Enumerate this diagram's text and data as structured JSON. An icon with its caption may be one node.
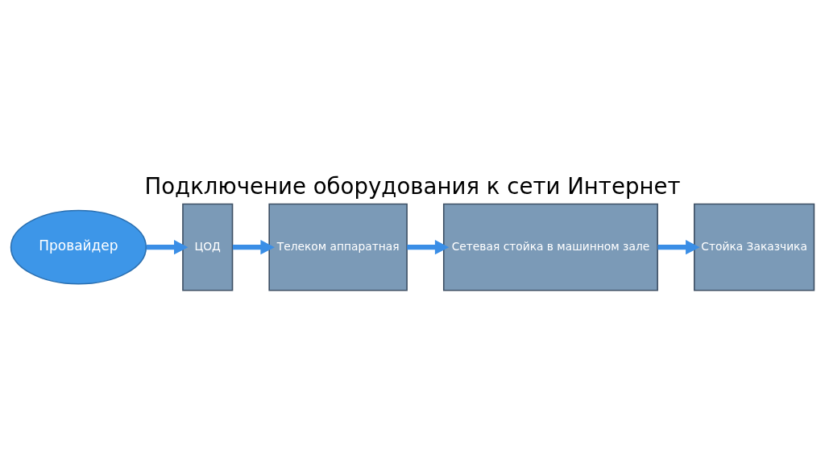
{
  "diagram": {
    "title": "Подключение оборудования к сети Интернет",
    "nodes": [
      {
        "text": [
          "Провайдер"
        ]
      },
      {
        "text": [
          "ЦОД"
        ]
      },
      {
        "text": [
          "Телеком аппаратная"
        ]
      },
      {
        "text": [
          "Сетевая стойка в машинном зале"
        ]
      },
      {
        "text": [
          "Стойка Заказчика"
        ]
      }
    ],
    "edges": [
      {
        "from": 0,
        "to": 1,
        "arrow": "to"
      },
      {
        "from": 1,
        "to": 2,
        "arrow": "to"
      },
      {
        "from": 2,
        "to": 3,
        "arrow": "to"
      },
      {
        "from": 3,
        "to": 4,
        "arrow": "to"
      }
    ]
  }
}
